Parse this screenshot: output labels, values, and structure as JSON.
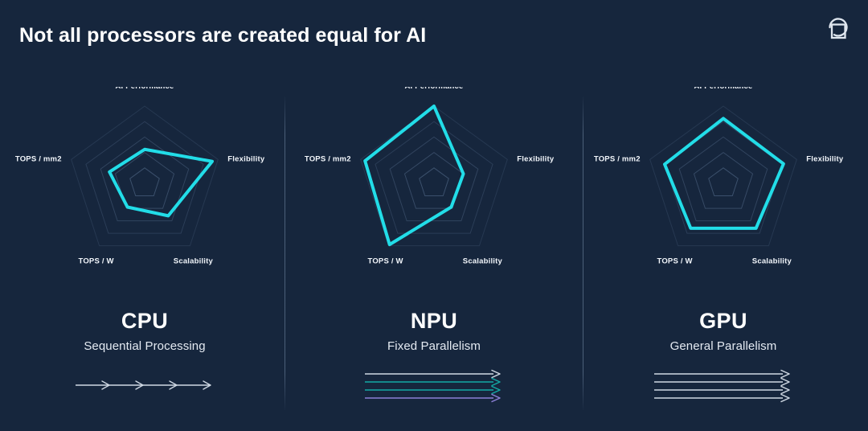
{
  "header": {
    "title": "Not all processors are created equal for AI",
    "logo_name": "circle-square-logo"
  },
  "theme": {
    "background": "#16263d",
    "accent_cyan": "#22dde8",
    "grid_line": "#4c6280",
    "text": "#ffffff",
    "subtext": "#e4eaf2",
    "arrow_gray": "#cfd8e3",
    "arrow_teal": "#13a9a5",
    "arrow_purple": "#8b7fd6"
  },
  "axes": [
    "AI Performance",
    "Flexibility",
    "Scalability",
    "TOPS / W",
    "TOPS / mm2"
  ],
  "panels": [
    {
      "id": "cpu",
      "name": "CPU",
      "subtitle": "Sequential Processing",
      "diagram": "sequential-arrow",
      "arrow_rows": 1,
      "arrow_colors": [
        "#cfd8e3"
      ],
      "arrow_heads_per_row": 4
    },
    {
      "id": "npu",
      "name": "NPU",
      "subtitle": "Fixed Parallelism",
      "diagram": "parallel-arrows",
      "arrow_rows": 4,
      "arrow_colors": [
        "#cfd8e3",
        "#13a9a5",
        "#13a9a5",
        "#8b7fd6"
      ],
      "arrow_heads_per_row": 1
    },
    {
      "id": "gpu",
      "name": "GPU",
      "subtitle": "General Parallelism",
      "diagram": "parallel-arrows",
      "arrow_rows": 4,
      "arrow_colors": [
        "#cfd8e3",
        "#cfd8e3",
        "#cfd8e3",
        "#cfd8e3"
      ],
      "arrow_heads_per_row": 1
    }
  ],
  "chart_data": [
    {
      "type": "radar",
      "title": "CPU",
      "categories": [
        "AI Performance",
        "Flexibility",
        "Scalability",
        "TOPS / W",
        "TOPS / mm2"
      ],
      "values": [
        2.2,
        4.6,
        2.6,
        1.9,
        2.4
      ],
      "rlim": [
        0,
        5
      ],
      "rings": 5,
      "grid": true,
      "legend": "none",
      "series_color": "#22dde8"
    },
    {
      "type": "radar",
      "title": "NPU",
      "categories": [
        "AI Performance",
        "Flexibility",
        "Scalability",
        "TOPS / W",
        "TOPS / mm2"
      ],
      "values": [
        5.0,
        2.0,
        1.9,
        4.9,
        4.7
      ],
      "rlim": [
        0,
        5
      ],
      "rings": 5,
      "grid": true,
      "legend": "none",
      "series_color": "#22dde8"
    },
    {
      "type": "radar",
      "title": "GPU",
      "categories": [
        "AI Performance",
        "Flexibility",
        "Scalability",
        "TOPS / W",
        "TOPS / mm2"
      ],
      "values": [
        4.2,
        4.1,
        3.6,
        3.6,
        4.0
      ],
      "rlim": [
        0,
        5
      ],
      "rings": 5,
      "grid": true,
      "legend": "none",
      "series_color": "#22dde8"
    }
  ]
}
